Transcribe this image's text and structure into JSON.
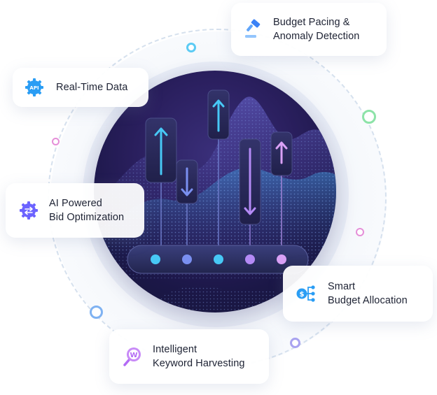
{
  "features": {
    "realtime": {
      "line1": "Real-Time Data",
      "icon": "api-gear-icon",
      "icon_text": "API",
      "color": "#2a9df4"
    },
    "budget_pacing": {
      "line1": "Budget Pacing &",
      "line2": "Anomaly Detection",
      "icon": "gavel-icon",
      "color": "#3b82f6"
    },
    "bid_optimization": {
      "line1": "AI Powered",
      "line2": "Bid Optimization",
      "icon": "gear-exchange-icon",
      "color": "#6c63ff"
    },
    "budget_allocation": {
      "line1": "Smart",
      "line2": "Budget Allocation",
      "icon": "dollar-branch-icon",
      "color": "#2a9df4"
    },
    "keyword_harvesting": {
      "line1": "Intelligent",
      "line2": "Keyword Harvesting",
      "icon": "w-search-icon",
      "icon_text": "W",
      "color": "#b36bf5"
    }
  },
  "indicators": {
    "directions": [
      "up",
      "down",
      "up",
      "down",
      "up"
    ],
    "colors": [
      "#47c8f5",
      "#7a8ff0",
      "#47c8f5",
      "#b48af5",
      "#d9a0f5"
    ]
  }
}
